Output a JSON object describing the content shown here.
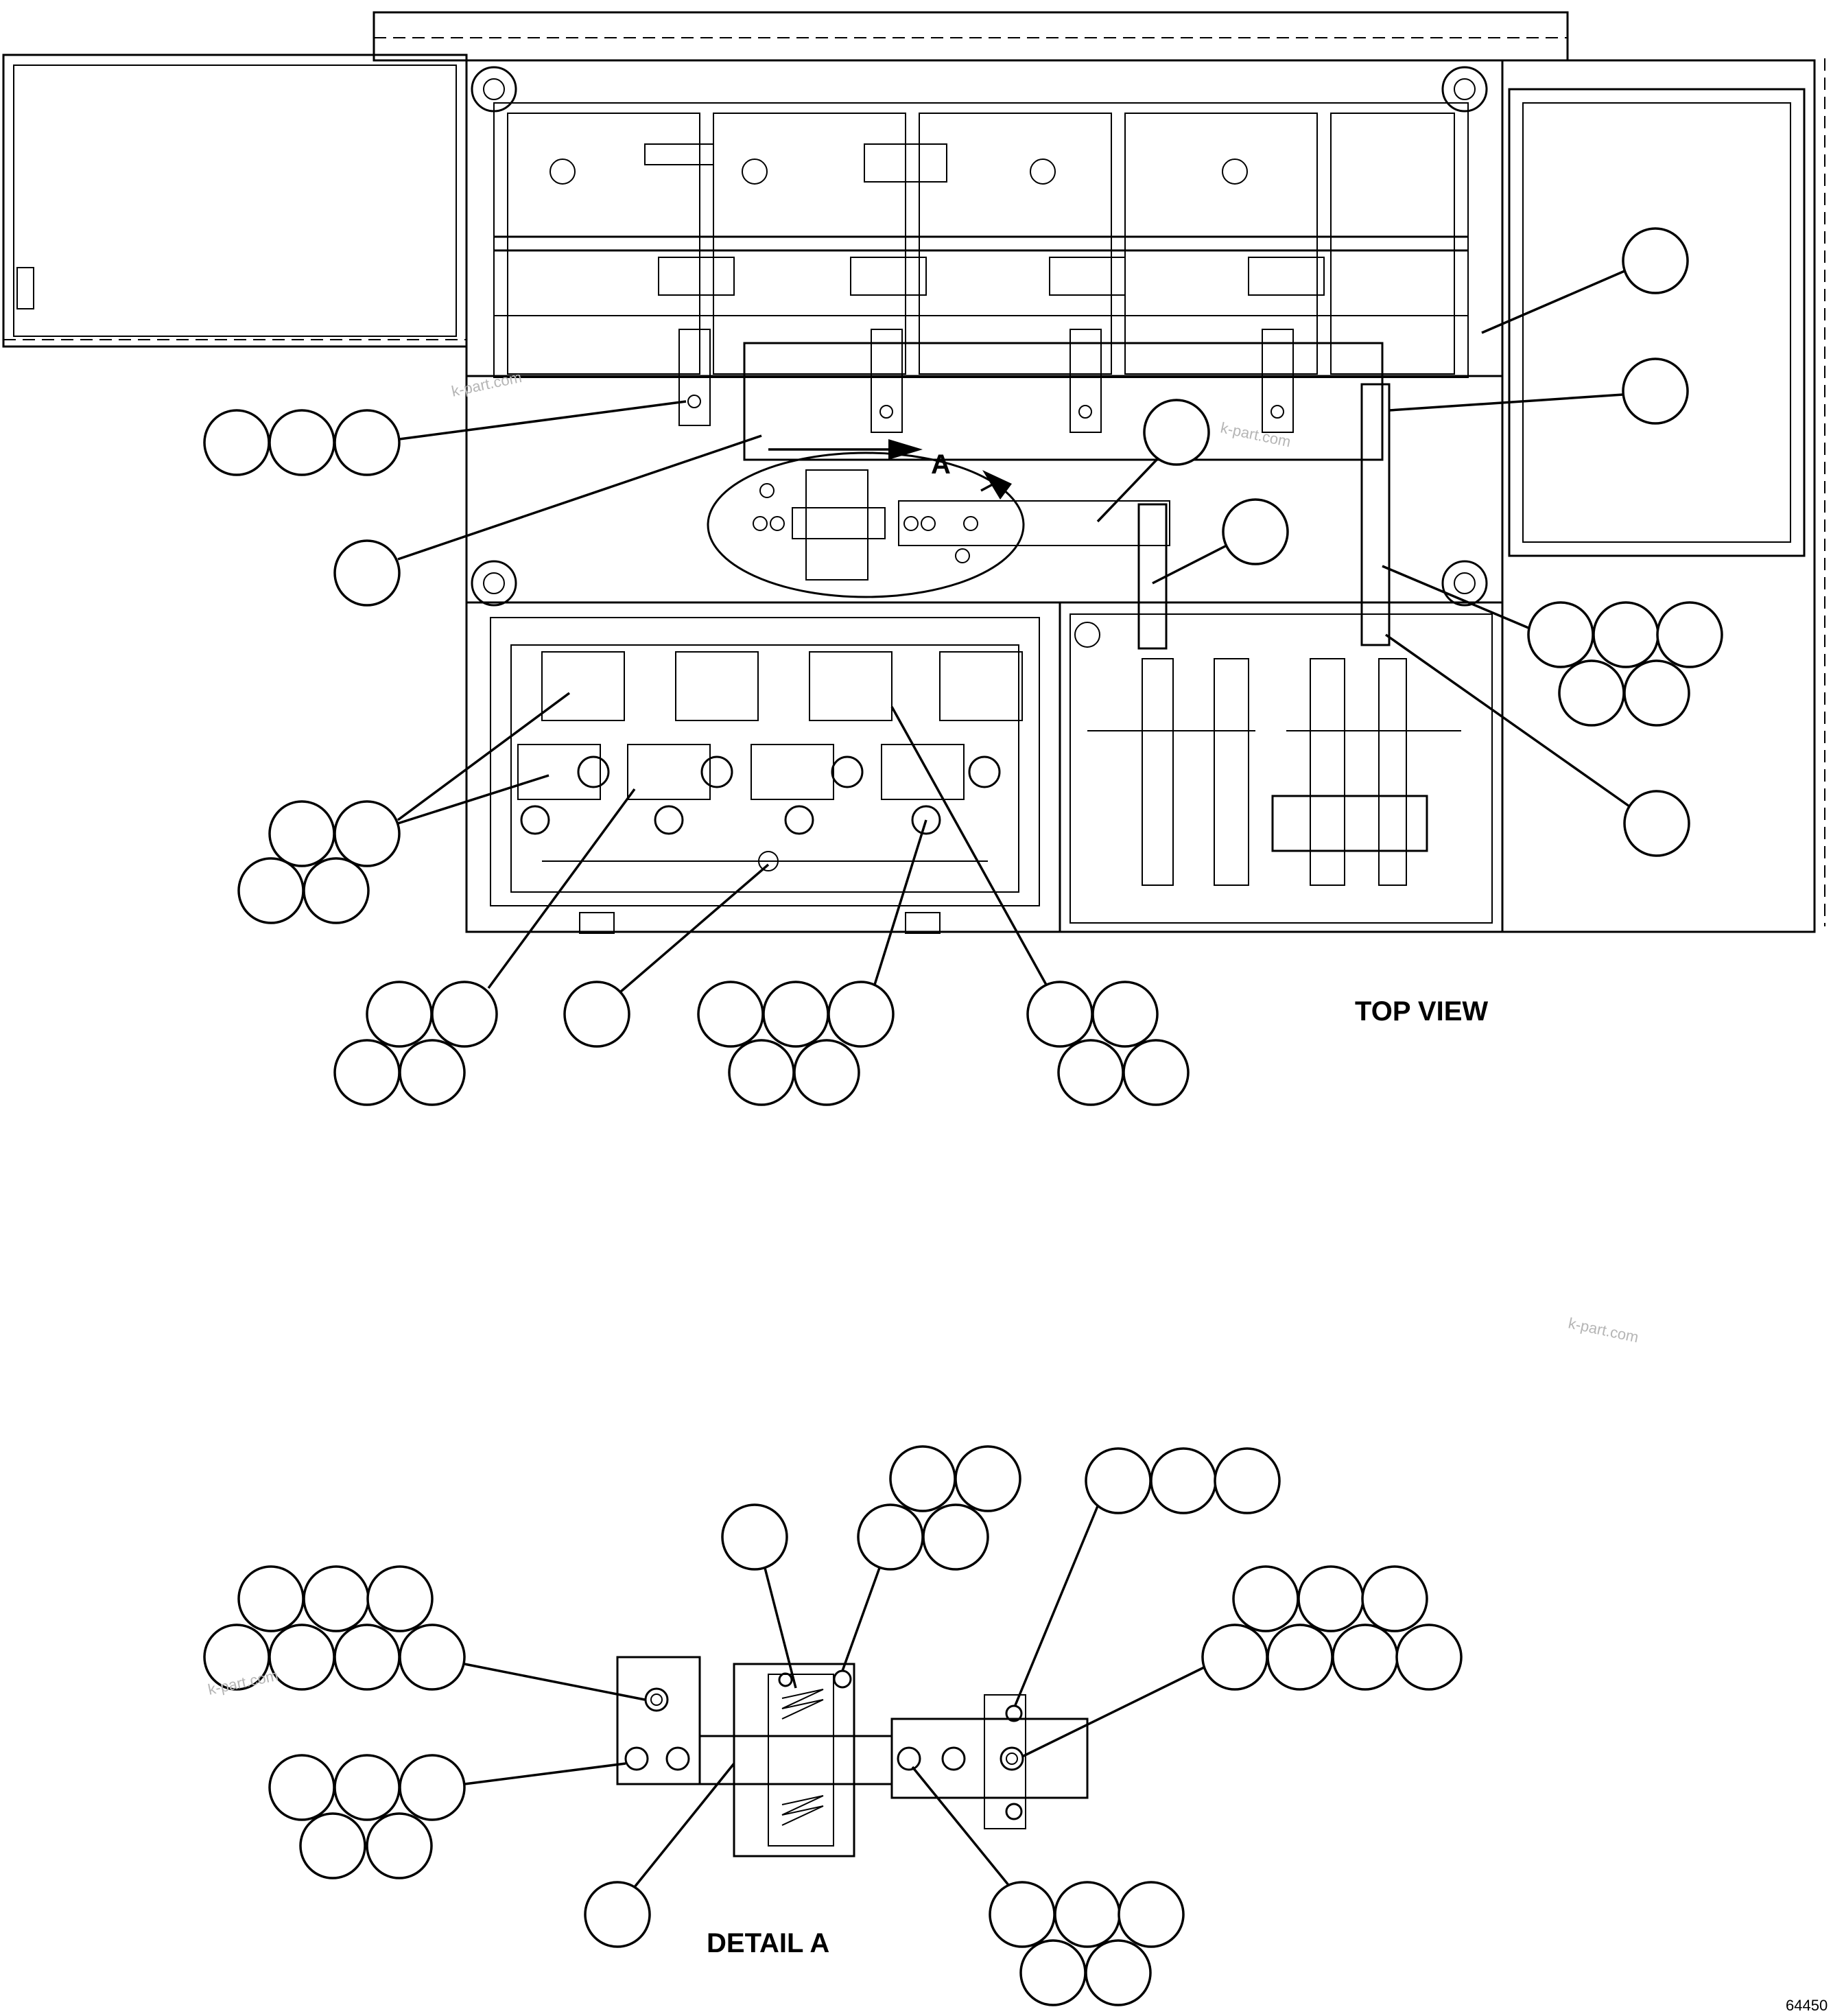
{
  "labels": {
    "detail_marker": "A",
    "top_view": "TOP VIEW",
    "detail_a": "DETAIL A",
    "figure_number": "64450"
  },
  "watermarks": [
    "k-part.com",
    "k-part.com",
    "k-part.com",
    "k-part.com"
  ],
  "colors": {
    "line": "#000000",
    "background": "#ffffff",
    "watermark": "#b5b5b5"
  }
}
